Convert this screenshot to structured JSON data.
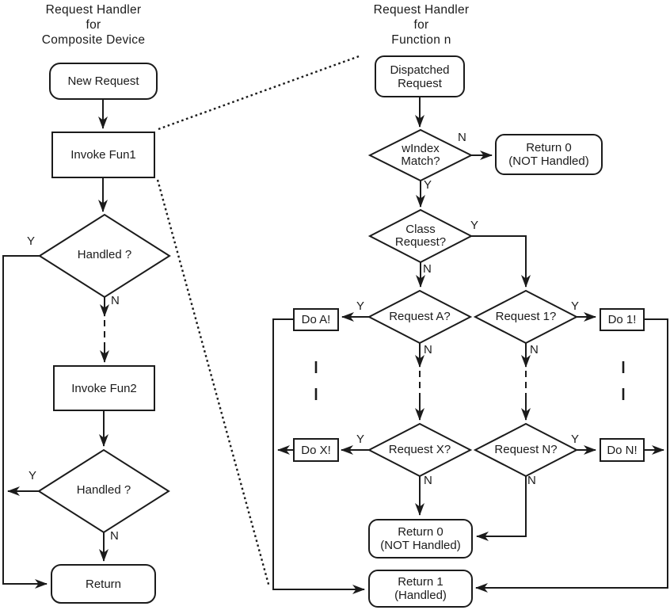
{
  "colors": {
    "ink": "#1b1b1b",
    "paper": "#ffffff"
  },
  "left": {
    "title": [
      "Request Handler",
      "for",
      "Composite Device"
    ],
    "nodes": {
      "new_request": "New Request",
      "invoke_fun1": "Invoke Fun1",
      "handled_1": "Handled ?",
      "invoke_fun2": "Invoke Fun2",
      "handled_2": "Handled ?",
      "return": "Return"
    },
    "labels": {
      "handled1_y": "Y",
      "handled1_n": "N",
      "handled2_y": "Y",
      "handled2_n": "N"
    }
  },
  "right": {
    "title": [
      "Request Handler",
      "for",
      "Function n"
    ],
    "nodes": {
      "dispatched": [
        "Dispatched",
        "Request"
      ],
      "windex": [
        "wIndex",
        "Match?"
      ],
      "return0_top": [
        "Return 0",
        "(NOT Handled)"
      ],
      "class_request": [
        "Class",
        "Request?"
      ],
      "request_a": "Request A?",
      "do_a": "Do A!",
      "request_1": "Request 1?",
      "do_1": "Do 1!",
      "request_x": "Request X?",
      "do_x": "Do X!",
      "request_n": "Request N?",
      "do_n": "Do N!",
      "return0_bottom": [
        "Return 0",
        "(NOT Handled)"
      ],
      "return1": [
        "Return 1",
        "(Handled)"
      ]
    },
    "labels": {
      "windex_n": "N",
      "windex_y": "Y",
      "class_y": "Y",
      "class_n": "N",
      "request_a_y": "Y",
      "request_a_n": "N",
      "request_1_y": "Y",
      "request_1_n": "N",
      "request_x_y": "Y",
      "request_x_n": "N",
      "request_n_y": "Y",
      "request_n_n": "N"
    }
  }
}
